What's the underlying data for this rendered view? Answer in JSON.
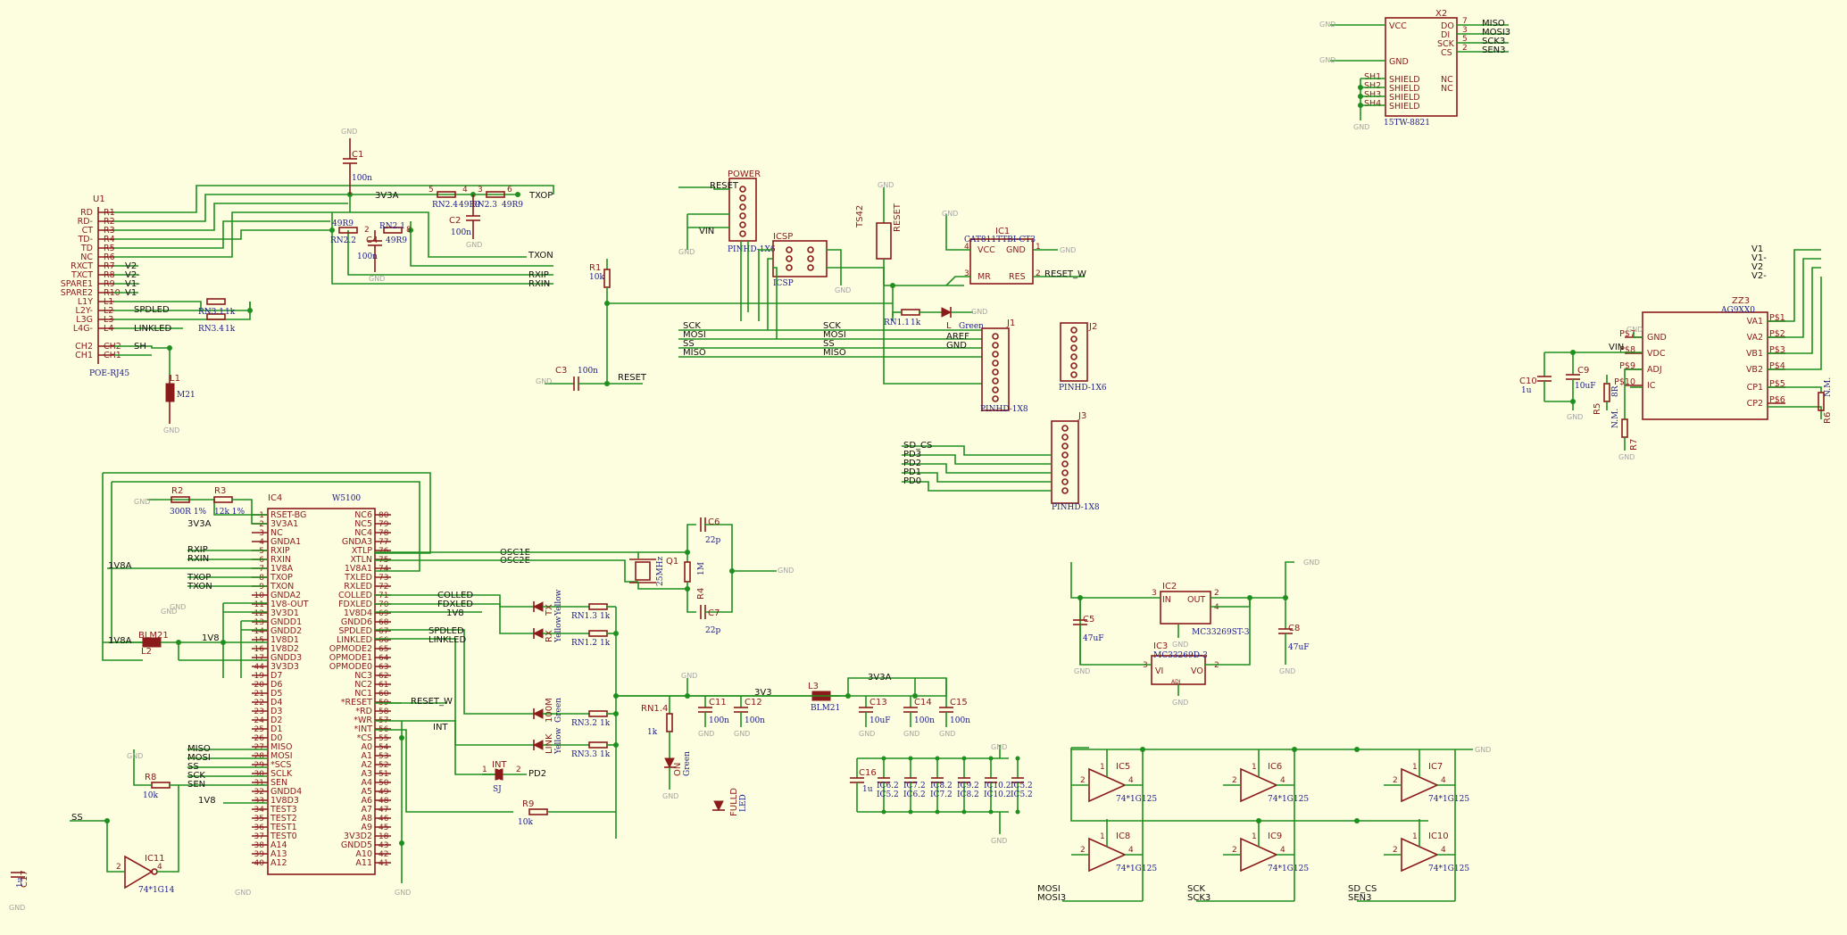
{
  "u1": {
    "name": "U1",
    "value": "POE-RJ45",
    "pins": [
      "RD",
      "RD-",
      "CT",
      "TD-",
      "TD",
      "NC",
      "RXCT",
      "TXCT",
      "SPARE1",
      "SPARE2",
      "L1Y",
      "L2Y-",
      "L3G",
      "L4G-",
      "CH2",
      "CH1"
    ],
    "nums": [
      "R1",
      "R2",
      "R3",
      "R4",
      "R5",
      "R6",
      "R7",
      "R8",
      "R9",
      "R10",
      "L1",
      "L2",
      "L3",
      "L4",
      "CH2",
      "CH1"
    ]
  },
  "top_nets": {
    "n3v3a": "3V3A",
    "txop": "TXOP",
    "txon": "TXON",
    "rxip": "RXIP",
    "rxin": "RXIN",
    "v2": "V2",
    "v2m": "V2-",
    "v1m": "V1-",
    "v1": "V1",
    "spdled": "SPDLED",
    "linkled": "LINKLED",
    "sh": "SH"
  },
  "top_parts": {
    "c1": "C1",
    "c1v": "100n",
    "c2": "C2",
    "c2v": "100n",
    "c4": "C4",
    "c4v": "100n",
    "rn24": "RN2.4",
    "rn24v": "49R9",
    "rn23": "RN2.3",
    "rn23v": "49R9",
    "rn22": "RN2.2",
    "rn22v": "49R9",
    "rn21": "RN2.1",
    "rn21v": "49R9",
    "rn31": "RN3.1",
    "rn31v": "1k",
    "rn34": "RN3.4",
    "rn34v": "1k",
    "l1": "L1",
    "l1v": "M21"
  },
  "mid": {
    "power": "POWER",
    "reset": "RESET",
    "vin": "VIN",
    "pinhd1x6": "PINHD-1X6",
    "icsp": "ICSP",
    "icsp_v": "ICSP",
    "r1": "R1",
    "r1v": "10k",
    "c3": "C3",
    "c3v": "100n",
    "reset_net": "RESET",
    "ts42": "TS42",
    "reset_sw": "RESET",
    "rn11": "RN1.1",
    "rn11v": "1k",
    "led_l": "L",
    "led_lv": "Green",
    "ic1": "IC1",
    "ic1v": "CAT811TTBI-CT3",
    "vcc": "VCC",
    "gnd": "GND",
    "mr": "MR",
    "res": "RES",
    "reset_w": "RESET_W",
    "sck": "SCK",
    "mosi": "MOSI",
    "ss": "SS",
    "miso": "MISO",
    "aref": "AREF",
    "j1": "J1",
    "j1v": "PINHD-1X8",
    "j2": "J2",
    "j2v": "PINHD-1X6",
    "j3": "J3",
    "j3v": "PINHD-1X8",
    "j3nets": [
      "SD_CS",
      "PD3",
      "PD2",
      "PD1",
      "PD0"
    ]
  },
  "x2": {
    "name": "X2",
    "value": "15TW-8821",
    "vcc": "VCC",
    "gnd": "GND",
    "do": "DO",
    "di": "DI",
    "sck": "SCK",
    "cs": "CS",
    "nc": "NC",
    "shield": "SHIELD",
    "sh": [
      "SH1",
      "SH2",
      "SH3",
      "SH4"
    ],
    "nets": [
      "MISO",
      "MOSI3",
      "SCK3",
      "SEN3"
    ],
    "nums": [
      "7",
      "3",
      "5",
      "2"
    ]
  },
  "zz3": {
    "name": "ZZ3",
    "value": "AG9XX0",
    "pins_l": [
      "GND",
      "VDC",
      "ADJ",
      "IC"
    ],
    "pins_r": [
      "VA1",
      "VA2",
      "VB1",
      "VB2",
      "CP1",
      "CP2"
    ],
    "p_l": [
      "P$7",
      "P$8",
      "P$9",
      "P$10"
    ],
    "p_r": [
      "P$1",
      "P$2",
      "P$3",
      "P$4",
      "P$5",
      "P$6"
    ],
    "nets": [
      "V1",
      "V1-",
      "V2",
      "V2-"
    ],
    "vin": "VIN",
    "c10": "C10",
    "c10v": "1u",
    "c9": "C9",
    "c9v": "10uF",
    "r5": "R5",
    "r5v": "8R",
    "r7": "R7",
    "r7v": "N.M.",
    "r6": "R6",
    "r6v": "N.M."
  },
  "ic4": {
    "name": "IC4",
    "value": "W5100",
    "left": [
      "RSET-BG",
      "3V3A1",
      "NC",
      "GNDA1",
      "RXIP",
      "RXIN",
      "1V8A",
      "TXOP",
      "TXON",
      "GNDA2",
      "1V8-OUT",
      "3V3D1",
      "GNDD1",
      "GNDD2",
      "1V8D1",
      "1V8D2",
      "GNDD3",
      "3V3D3",
      "D7",
      "D6",
      "D5",
      "D4",
      "D3",
      "D2",
      "D1",
      "D0",
      "MISO",
      "MOSI",
      "*SCS",
      "SCLK",
      "SEN",
      "GNDD4",
      "1V8D3",
      "TEST3",
      "TEST2",
      "TEST1",
      "TEST0",
      "A14",
      "A13",
      "A12"
    ],
    "lnum": [
      "1",
      "2",
      "3",
      "4",
      "5",
      "6",
      "7",
      "8",
      "9",
      "10",
      "11",
      "12",
      "13",
      "14",
      "15",
      "16",
      "17",
      "44",
      "19",
      "20",
      "21",
      "22",
      "23",
      "24",
      "25",
      "26",
      "27",
      "28",
      "29",
      "30",
      "31",
      "32",
      "33",
      "34",
      "35",
      "36",
      "37",
      "38",
      "39",
      "40"
    ],
    "right": [
      "NC6",
      "NC5",
      "NC4",
      "GNDA3",
      "XTLP",
      "XTLN",
      "1V8A1",
      "TXLED",
      "RXLED",
      "COLLED",
      "FDXLED",
      "1V8D4",
      "GNDD6",
      "SPDLED",
      "LINKLED",
      "OPMODE2",
      "OPMODE1",
      "OPMODE0",
      "NC3",
      "NC2",
      "NC1",
      "*RESET",
      "*RD",
      "*WR",
      "*INT",
      "*CS",
      "A0",
      "A1",
      "A2",
      "A3",
      "A4",
      "A5",
      "A6",
      "A7",
      "A8",
      "A9",
      "3V3D2",
      "GNDD5",
      "A10",
      "A11"
    ],
    "rnum": [
      "80",
      "79",
      "78",
      "77",
      "76",
      "75",
      "74",
      "73",
      "72",
      "71",
      "70",
      "69",
      "68",
      "67",
      "66",
      "65",
      "64",
      "63",
      "62",
      "61",
      "60",
      "59",
      "58",
      "57",
      "56",
      "55",
      "54",
      "53",
      "52",
      "51",
      "50",
      "49",
      "48",
      "47",
      "46",
      "45",
      "18",
      "43",
      "42",
      "41"
    ]
  },
  "ic4_nets": {
    "rxip": "RXIP",
    "rxin": "RXIN",
    "txop": "TXOP",
    "txon": "TXON",
    "v1v8a": "1V8A",
    "v1v8a2": "1V8A",
    "v1v8": "1V8",
    "v3v3a": "3V3A",
    "miso": "MISO",
    "mosi": "MOSI",
    "ss": "SS",
    "sck": "SCK",
    "sen": "SEN",
    "v1v8b": "1V8",
    "osc1e": "OSC1E",
    "osc2e": "OSC2E",
    "colled": "COLLED",
    "fdxled": "FDXLED",
    "v1v8c": "1V8",
    "spdled": "SPDLED",
    "linkled": "LINKLED",
    "reset_w": "RESET_W",
    "int": "INT",
    "ss2": "SS"
  },
  "ic4_parts": {
    "r2": "R2",
    "r2v": "300R 1%",
    "r3": "R3",
    "r3v": "12k 1%",
    "l2": "L2",
    "l2v": "BLM21",
    "r8": "R8",
    "r8v": "10k",
    "ic11": "IC11",
    "ic11v": "74*1G14",
    "sj": "SJ",
    "sj_int": "INT",
    "pd2": "PD2",
    "r9": "R9",
    "r9v": "10k",
    "c17": "C17",
    "c17v": "1u"
  },
  "osc": {
    "q1": "Q1",
    "q1v": "25MHz",
    "r4": "R4",
    "r4v": "1M",
    "c6": "C6",
    "c6v": "22p",
    "c7": "C7",
    "c7v": "22p"
  },
  "leds": {
    "tx": "TX",
    "txv": "Yellow",
    "rx": "RX",
    "rxv": "Yellow",
    "rn13": "RN1.3",
    "rn13v": "1k",
    "rn12": "RN1.2",
    "rn12v": "1k",
    "k100m": "100M",
    "k100mv": "Green",
    "rn32": "RN3.2",
    "rn32v": "1k",
    "link": "LINK",
    "linkv": "Yellow",
    "rn33": "RN3.3",
    "rn33v": "1k",
    "rn14": "RN1.4",
    "rn14v": "1k",
    "on": "ON",
    "onv": "Green",
    "fulld": "FULLD",
    "fulldv": "LED"
  },
  "power": {
    "n3v3": "3V3",
    "l3": "L3",
    "l3v": "BLM21",
    "n3v3a": "3V3A",
    "c11": "C11",
    "c11v": "100n",
    "c12": "C12",
    "c12v": "100n",
    "c13": "C13",
    "c13v": "10uF",
    "c14": "C14",
    "c14v": "100n",
    "c15": "C15",
    "c15v": "100n",
    "c16": "C16",
    "c16v": "1u",
    "bypass": [
      "IC6.2",
      "IC7.2",
      "IC8.2",
      "IC9.2",
      "IC10.2",
      "IC5.2"
    ],
    "bypass2": [
      "IC5.2",
      "IC6.2",
      "IC7.2",
      "IC8.2",
      "IC10.2",
      "IC5.2"
    ],
    "ic2": "IC2",
    "ic2v": "MC33269ST-3",
    "in": "IN",
    "out": "OUT",
    "ic3": "IC3",
    "ic3v": "MC33269D-3",
    "vi": "VI",
    "vo": "VO",
    "adj": "ADJ",
    "c5": "C5",
    "c5v": "47uF",
    "c8": "C8",
    "c8v": "47uF"
  },
  "buffers": {
    "ic5": "IC5",
    "ic6": "IC6",
    "ic7": "IC7",
    "ic8": "IC8",
    "ic9": "IC9",
    "ic10": "IC10",
    "val": "74*1G125",
    "nets": [
      "MOSI",
      "MOSI3",
      "SCK",
      "SCK3",
      "SD_CS",
      "SEN3"
    ]
  },
  "gnd": "GND"
}
